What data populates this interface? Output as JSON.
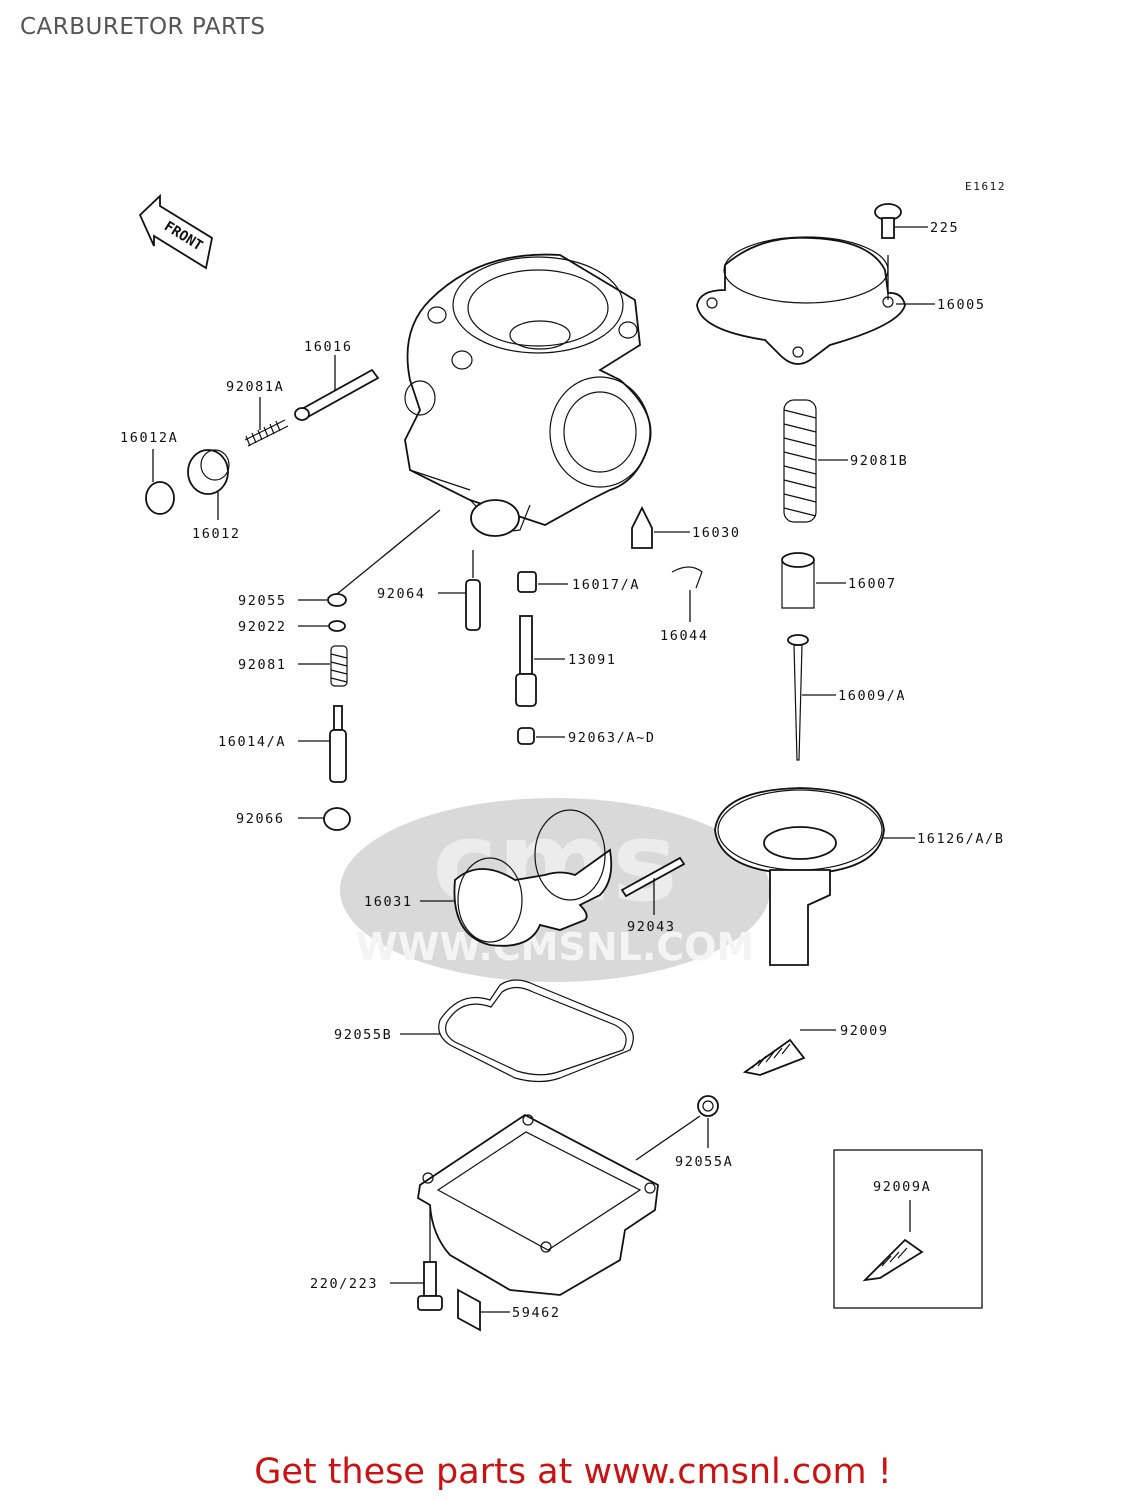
{
  "title": "CARBURETOR PARTS",
  "diagram_code": "E1612",
  "front_arrow_label": "FRONT",
  "watermark": {
    "logo": "cms",
    "url": "WWW.CMSNL.COM"
  },
  "part_labels": {
    "p225": "225",
    "p16005": "16005",
    "p16016": "16016",
    "p92081A": "92081A",
    "p16012A": "16012A",
    "p16012": "16012",
    "p92081B": "92081B",
    "p16030": "16030",
    "p16017A": "16017/A",
    "p16044": "16044",
    "p16007": "16007",
    "p92055": "92055",
    "p92064": "92064",
    "p92022": "92022",
    "p92081": "92081",
    "p13091": "13091",
    "p16009A": "16009/A",
    "p16014A": "16014/A",
    "p92063": "92063/A~D",
    "p92066": "92066",
    "p16126": "16126/A/B",
    "p16031": "16031",
    "p92043": "92043",
    "p92055B": "92055B",
    "p92009": "92009",
    "p92055A": "92055A",
    "p92009A": "92009A",
    "p220": "220/223",
    "p59462": "59462"
  },
  "footer": "Get these parts at www.cmsnl.com !"
}
